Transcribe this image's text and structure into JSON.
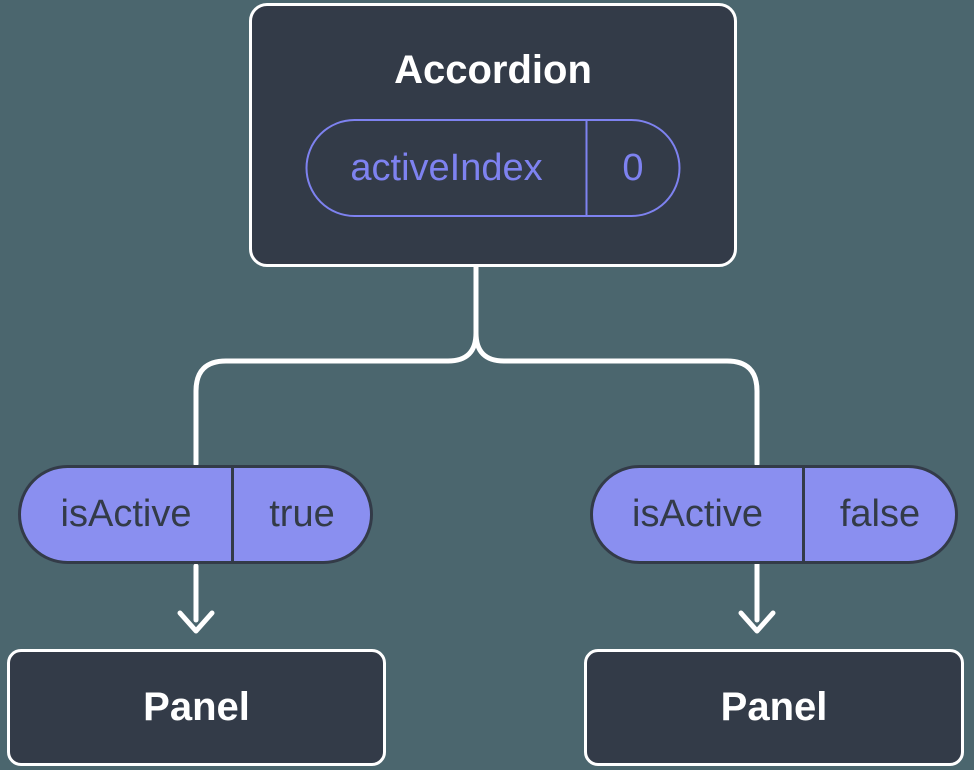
{
  "colors": {
    "bg": "#4B666E",
    "node-bg": "#333B48",
    "node-border": "#FFFFFF",
    "connector": "#FFFFFF",
    "title-text": "#FFFFFF",
    "pill-fill": "#8A8FF0",
    "pill-outline": "#7E82F0",
    "ink": "#333B48"
  },
  "diagram": {
    "root": {
      "title": "Accordion",
      "prop_name": "activeIndex",
      "prop_value": "0"
    },
    "branches": [
      {
        "prop_name": "isActive",
        "prop_value": "true",
        "panel": "Panel"
      },
      {
        "prop_name": "isActive",
        "prop_value": "false",
        "panel": "Panel"
      }
    ]
  }
}
